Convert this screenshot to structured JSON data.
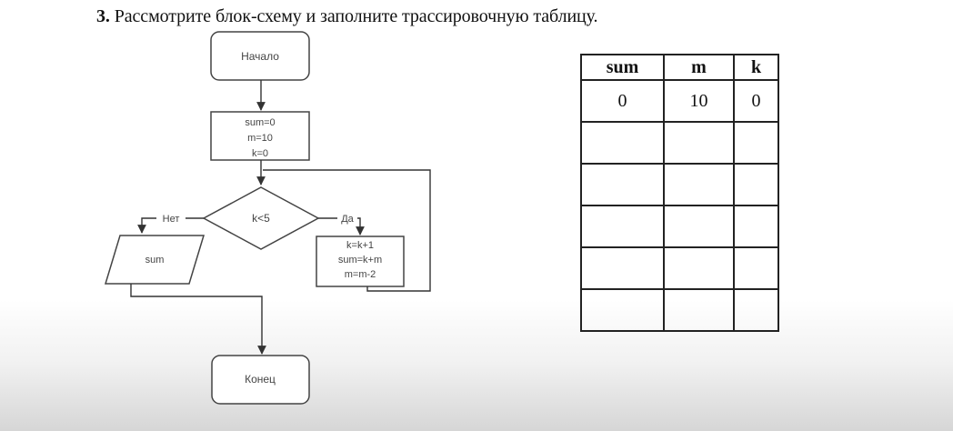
{
  "task": {
    "number": "3.",
    "text": "Рассмотрите блок-схему и заполните трассировочную таблицу."
  },
  "flowchart": {
    "start": "Начало",
    "init_lines": [
      "sum=0",
      "m=10",
      "k=0"
    ],
    "condition": "k<5",
    "no_label": "Нет",
    "yes_label": "Да",
    "output": "sum",
    "body_lines": [
      "k=k+1",
      "sum=k+m",
      "m=m-2"
    ],
    "end": "Конец"
  },
  "trace_table": {
    "headers": [
      "sum",
      "m",
      "k"
    ],
    "rows": [
      [
        "0",
        "10",
        "0"
      ],
      [
        "",
        "",
        ""
      ],
      [
        "",
        "",
        ""
      ],
      [
        "",
        "",
        ""
      ],
      [
        "",
        "",
        ""
      ],
      [
        "",
        "",
        ""
      ]
    ]
  }
}
